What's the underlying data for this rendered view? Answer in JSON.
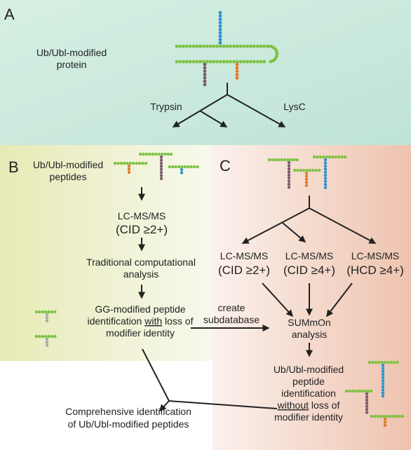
{
  "panels": {
    "a": {
      "letter": "A",
      "protein_label": [
        "Ub/Ubl-modified",
        "protein"
      ],
      "enzyme_left": "Trypsin",
      "enzyme_right": "LysC"
    },
    "b": {
      "letter": "B",
      "peptides_label": [
        "Ub/Ubl-modified",
        "peptides"
      ],
      "lcms": "LC-MS/MS",
      "cid": "(CID ≥2+)",
      "analysis": [
        "Traditional computational",
        "analysis"
      ],
      "gg_line1": "GG-modified peptide",
      "gg_line2_pre": "identification ",
      "gg_line2_with": "with",
      "gg_line2_post": " loss of",
      "gg_line3": "modifier identity",
      "comprehensive": [
        "Comprehensive identification",
        "of Ub/Ubl-modified peptides"
      ]
    },
    "c": {
      "letter": "C",
      "lcms": [
        "LC-MS/MS",
        "LC-MS/MS",
        "LC-MS/MS"
      ],
      "modes": [
        "(CID ≥2+)",
        "(CID ≥4+)",
        "(HCD ≥4+)"
      ],
      "create": [
        "create",
        "subdatabase"
      ],
      "summon": [
        "SUMmOn",
        "analysis"
      ],
      "result_line1": "Ub/Ubl-modified",
      "result_line2": "peptide",
      "result_line3": "identification",
      "result_without": "without",
      "result_line4_post": " loss of",
      "result_line5": "modifier identity"
    }
  },
  "colors": {
    "green": "#7dc242",
    "blue": "#2b93d0",
    "orange": "#e07b28",
    "purple": "#7a5a6e",
    "grey": "#a8a8a8",
    "panel_a": "#c9e9dc",
    "panel_b": "#edf0c8",
    "panel_c": "#f1d2c2",
    "arrow": "#222222"
  }
}
